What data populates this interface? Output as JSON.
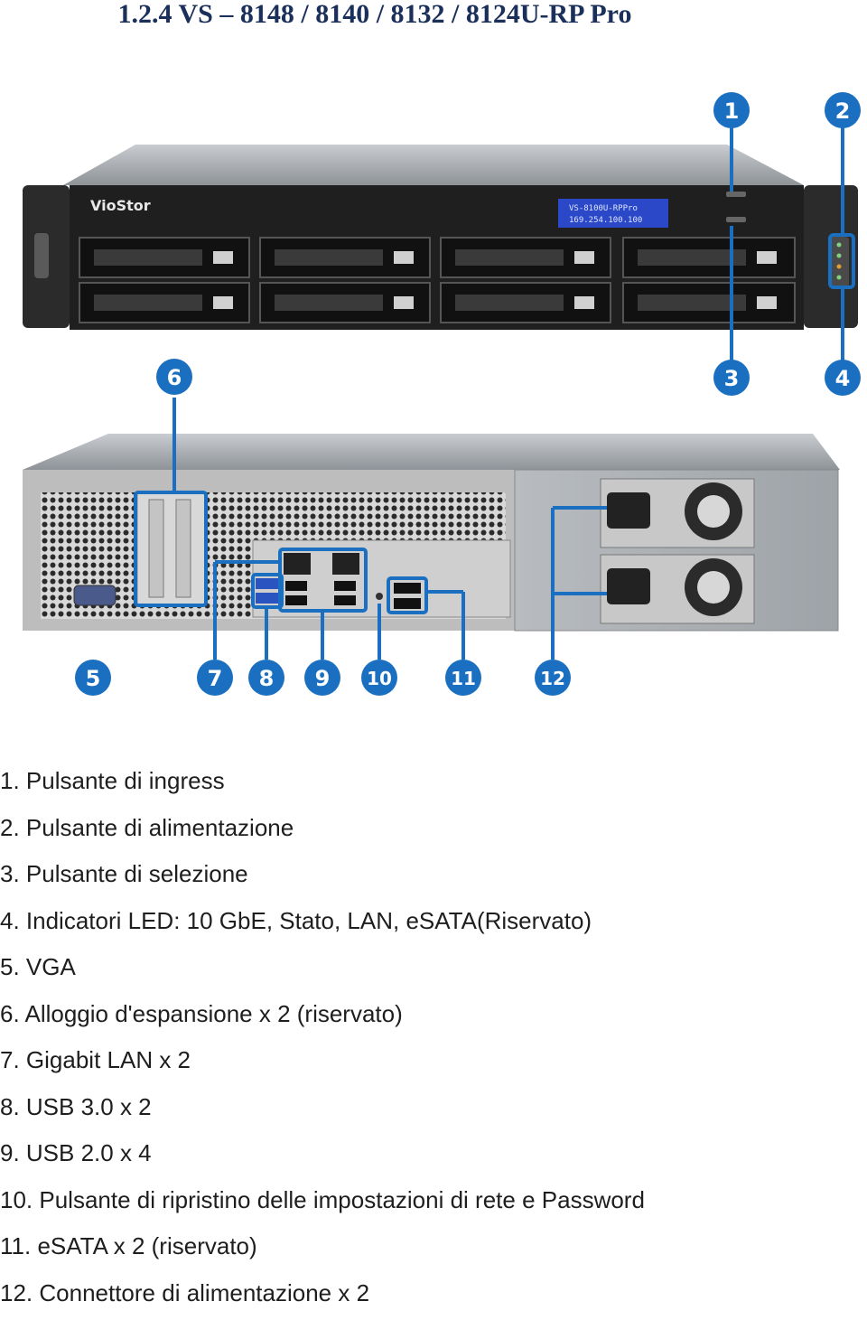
{
  "heading": "1.2.4 VS – 8148 / 8140 / 8132 / 8124U-RP Pro",
  "front_panel": {
    "brand": "VioStor",
    "display_line1": "VS-8100U-RPPro",
    "display_line2": "169.254.100.100"
  },
  "callouts": [
    "1",
    "2",
    "3",
    "4",
    "5",
    "6",
    "7",
    "8",
    "9",
    "10",
    "11",
    "12"
  ],
  "legend": [
    "1. Pulsante di ingress",
    "2. Pulsante di alimentazione",
    "3. Pulsante di selezione",
    "4. Indicatori LED: 10 GbE, Stato, LAN, eSATA(Riservato)",
    "5. VGA",
    "6. Alloggio d'espansione x 2 (riservato)",
    "7. Gigabit LAN x 2",
    "8. USB 3.0 x 2",
    "9. USB 2.0 x 4",
    "10. Pulsante di ripristino delle impostazioni di rete e Password",
    "11. eSATA x 2 (riservato)",
    "12. Connettore di alimentazione x 2"
  ],
  "colors": {
    "callout_blue": "#1a6fc0",
    "heading": "#1a2f5a",
    "chassis_dark": "#1f1f1f",
    "lcd": "#2a48c8"
  }
}
